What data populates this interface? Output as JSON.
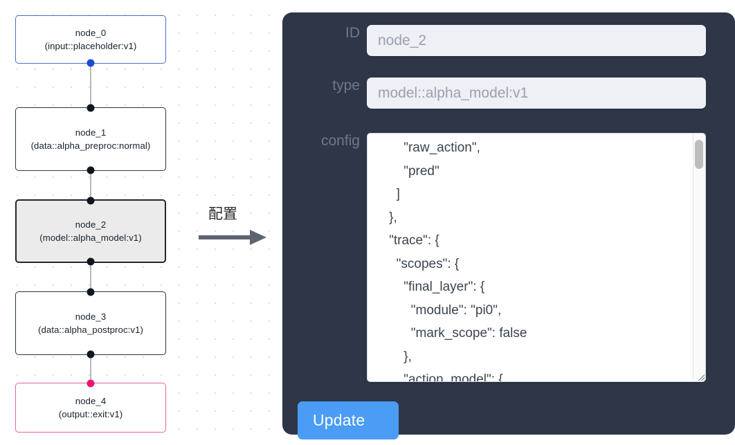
{
  "graph": {
    "nodes": [
      {
        "id": "node_0",
        "type_line": "(input::placeholder:v1)",
        "state": "input"
      },
      {
        "id": "node_1",
        "type_line": "(data::alpha_preproc:normal)",
        "state": "default"
      },
      {
        "id": "node_2",
        "type_line": "(model::alpha_model:v1)",
        "state": "selected"
      },
      {
        "id": "node_3",
        "type_line": "(data::alpha_postproc:v1)",
        "state": "default"
      },
      {
        "id": "node_4",
        "type_line": "(output::exit:v1)",
        "state": "output"
      }
    ],
    "colors": {
      "input_border": "#4a6fc0",
      "input_handle": "#1a4bd4",
      "output_border": "#e4619c",
      "output_handle": "#ec1473",
      "default_border": "#2b3442",
      "selected_fill": "#ebebeb",
      "edge": "#b6babf"
    }
  },
  "annotation": {
    "label": "配置",
    "arrow_icon": "right-arrow-icon"
  },
  "panel": {
    "background": "#2e3648",
    "fields": [
      {
        "name": "id",
        "label": "ID",
        "value": "node_2",
        "placeholder": "node_2"
      },
      {
        "name": "type",
        "label": "type",
        "value": "model::alpha_model:v1",
        "placeholder": "model::alpha_model:v1"
      }
    ],
    "config": {
      "label": "config",
      "value": "        \"raw_action\",\n        \"pred\"\n      ]\n    },\n    \"trace\": {\n      \"scopes\": {\n        \"final_layer\": {\n          \"module\": \"pi0\",\n          \"mark_scope\": false\n        },\n        \"action_model\": {",
      "scrollbar": "vertical-scrollbar",
      "resize_handle": "resize-grip-icon"
    },
    "update_button": {
      "label": "Update",
      "color": "#4a9cf5"
    }
  }
}
